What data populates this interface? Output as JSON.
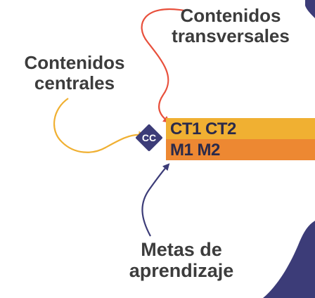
{
  "labels": {
    "transversales_line1": "Contenidos",
    "transversales_line2": "transversales",
    "centrales_line1": "Contenidos",
    "centrales_line2": "centrales",
    "metas_line1": "Metas de",
    "metas_line2": "aprendizaje"
  },
  "badge": {
    "text": "CC"
  },
  "bars": {
    "top_text": "CT1 CT2",
    "bottom_text": "M1 M2"
  },
  "colors": {
    "transversales_arrow": "#e8503c",
    "centrales_arrow": "#f0b032",
    "metas_arrow": "#3c3c78",
    "bar_top": "#f0b032",
    "bar_bottom": "#ed8832",
    "badge": "#3c3c78"
  }
}
